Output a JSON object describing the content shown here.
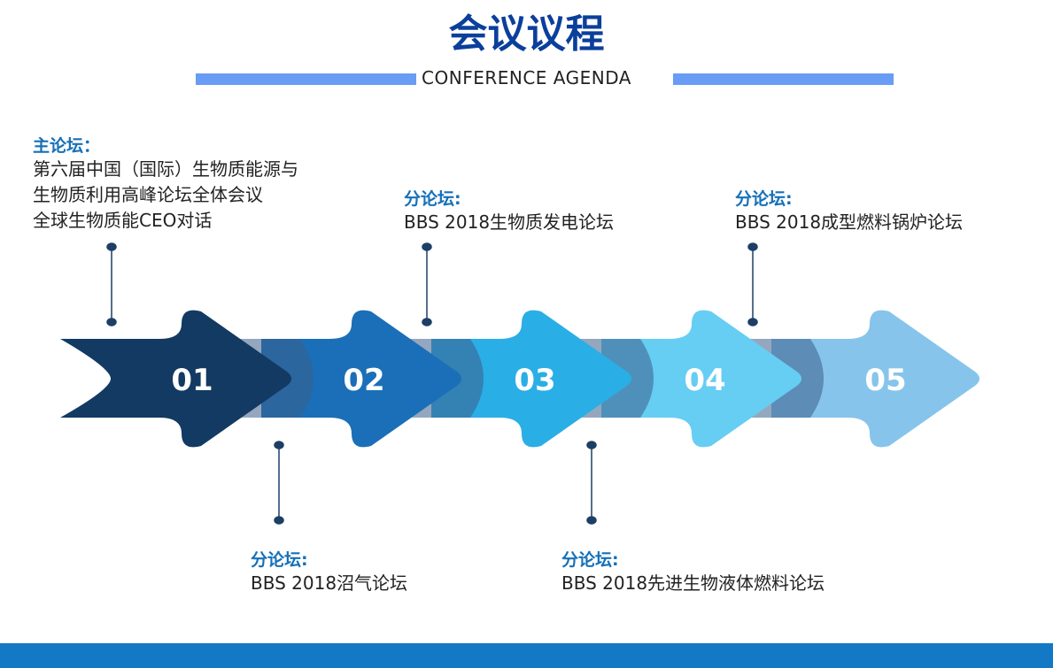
{
  "title": "会议议程",
  "subtitle": "CONFERENCE AGENDA",
  "steps": [
    {
      "num": "01",
      "color": "#123a63"
    },
    {
      "num": "02",
      "color": "#1a6fb8"
    },
    {
      "num": "03",
      "color": "#2aaee6"
    },
    {
      "num": "04",
      "color": "#66cdf3"
    },
    {
      "num": "05",
      "color": "#86c4ec"
    }
  ],
  "callouts": {
    "main": {
      "label": "主论坛：",
      "lines": [
        "第六届中国（国际）生物质能源与",
        "生物质利用高峰论坛全体会议",
        "全球生物质能CEO对话"
      ]
    },
    "c2": {
      "label": "分论坛:",
      "text": "BBS 2018沼气论坛"
    },
    "c3": {
      "label": "分论坛:",
      "text": "BBS 2018生物质发电论坛"
    },
    "c4": {
      "label": "分论坛:",
      "text": "BBS 2018先进生物液体燃料论坛"
    },
    "c5": {
      "label": "分论坛:",
      "text": "BBS 2018成型燃料锅炉论坛"
    }
  }
}
